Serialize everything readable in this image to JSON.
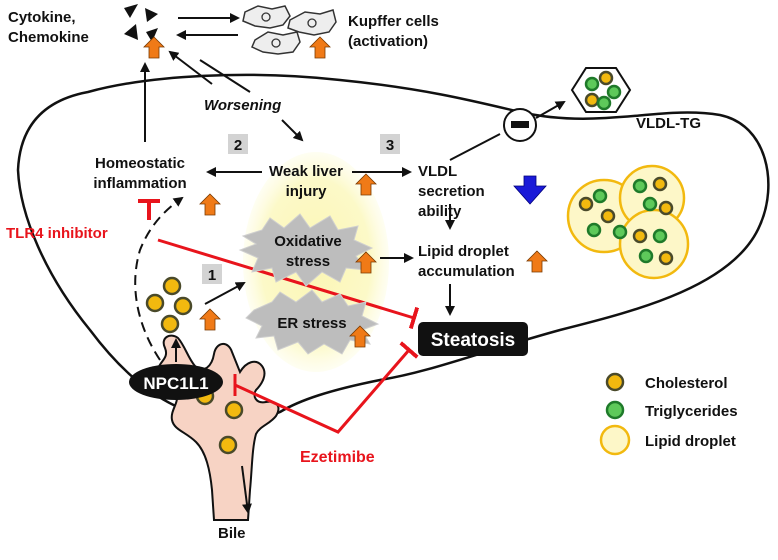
{
  "labels": {
    "cytokine": [
      "Cytokine,",
      "Chemokine"
    ],
    "kupffer": [
      "Kupffer cells",
      "(activation)"
    ],
    "worsening": "Worsening",
    "vldl_tg": "VLDL-TG",
    "homeostatic": [
      "Homeostatic",
      "inflammation"
    ],
    "weak_liver": [
      "Weak liver",
      "injury"
    ],
    "vldl_secretion": [
      "VLDL",
      "secretion",
      "ability"
    ],
    "oxidative": [
      "Oxidative",
      "stress"
    ],
    "lipid_droplet_acc": [
      "Lipid droplet",
      "accumulation"
    ],
    "tlr4": "TLR4 inhibitor",
    "er_stress": "ER stress",
    "steatosis": "Steatosis",
    "npc1l1": "NPC1L1",
    "ezetimibe": "Ezetimibe",
    "bile": "Bile",
    "num1": "1",
    "num2": "2",
    "num3": "3",
    "minus": "−"
  },
  "legend": [
    {
      "name": "Cholesterol",
      "icon": "cholesterol-icon"
    },
    {
      "name": "Triglycerides",
      "icon": "triglyceride-icon"
    },
    {
      "name": "Lipid droplet",
      "icon": "lipid-droplet-icon"
    }
  ],
  "colors": {
    "cholesterol_fill": "#f2b90f",
    "cholesterol_ring": "#4a4a2a",
    "triglyceride_fill": "#5ec95a",
    "triglyceride_ring": "#1f7a2a",
    "droplet_fill": "#fdf7c8",
    "droplet_ring": "#f2b90f",
    "inhibit_red": "#e8141c",
    "up_arrow": "#f07a17",
    "down_arrow": "#1a1ad8",
    "bile_duct": "#f7d3c4",
    "glow": "#fcf9c4"
  }
}
